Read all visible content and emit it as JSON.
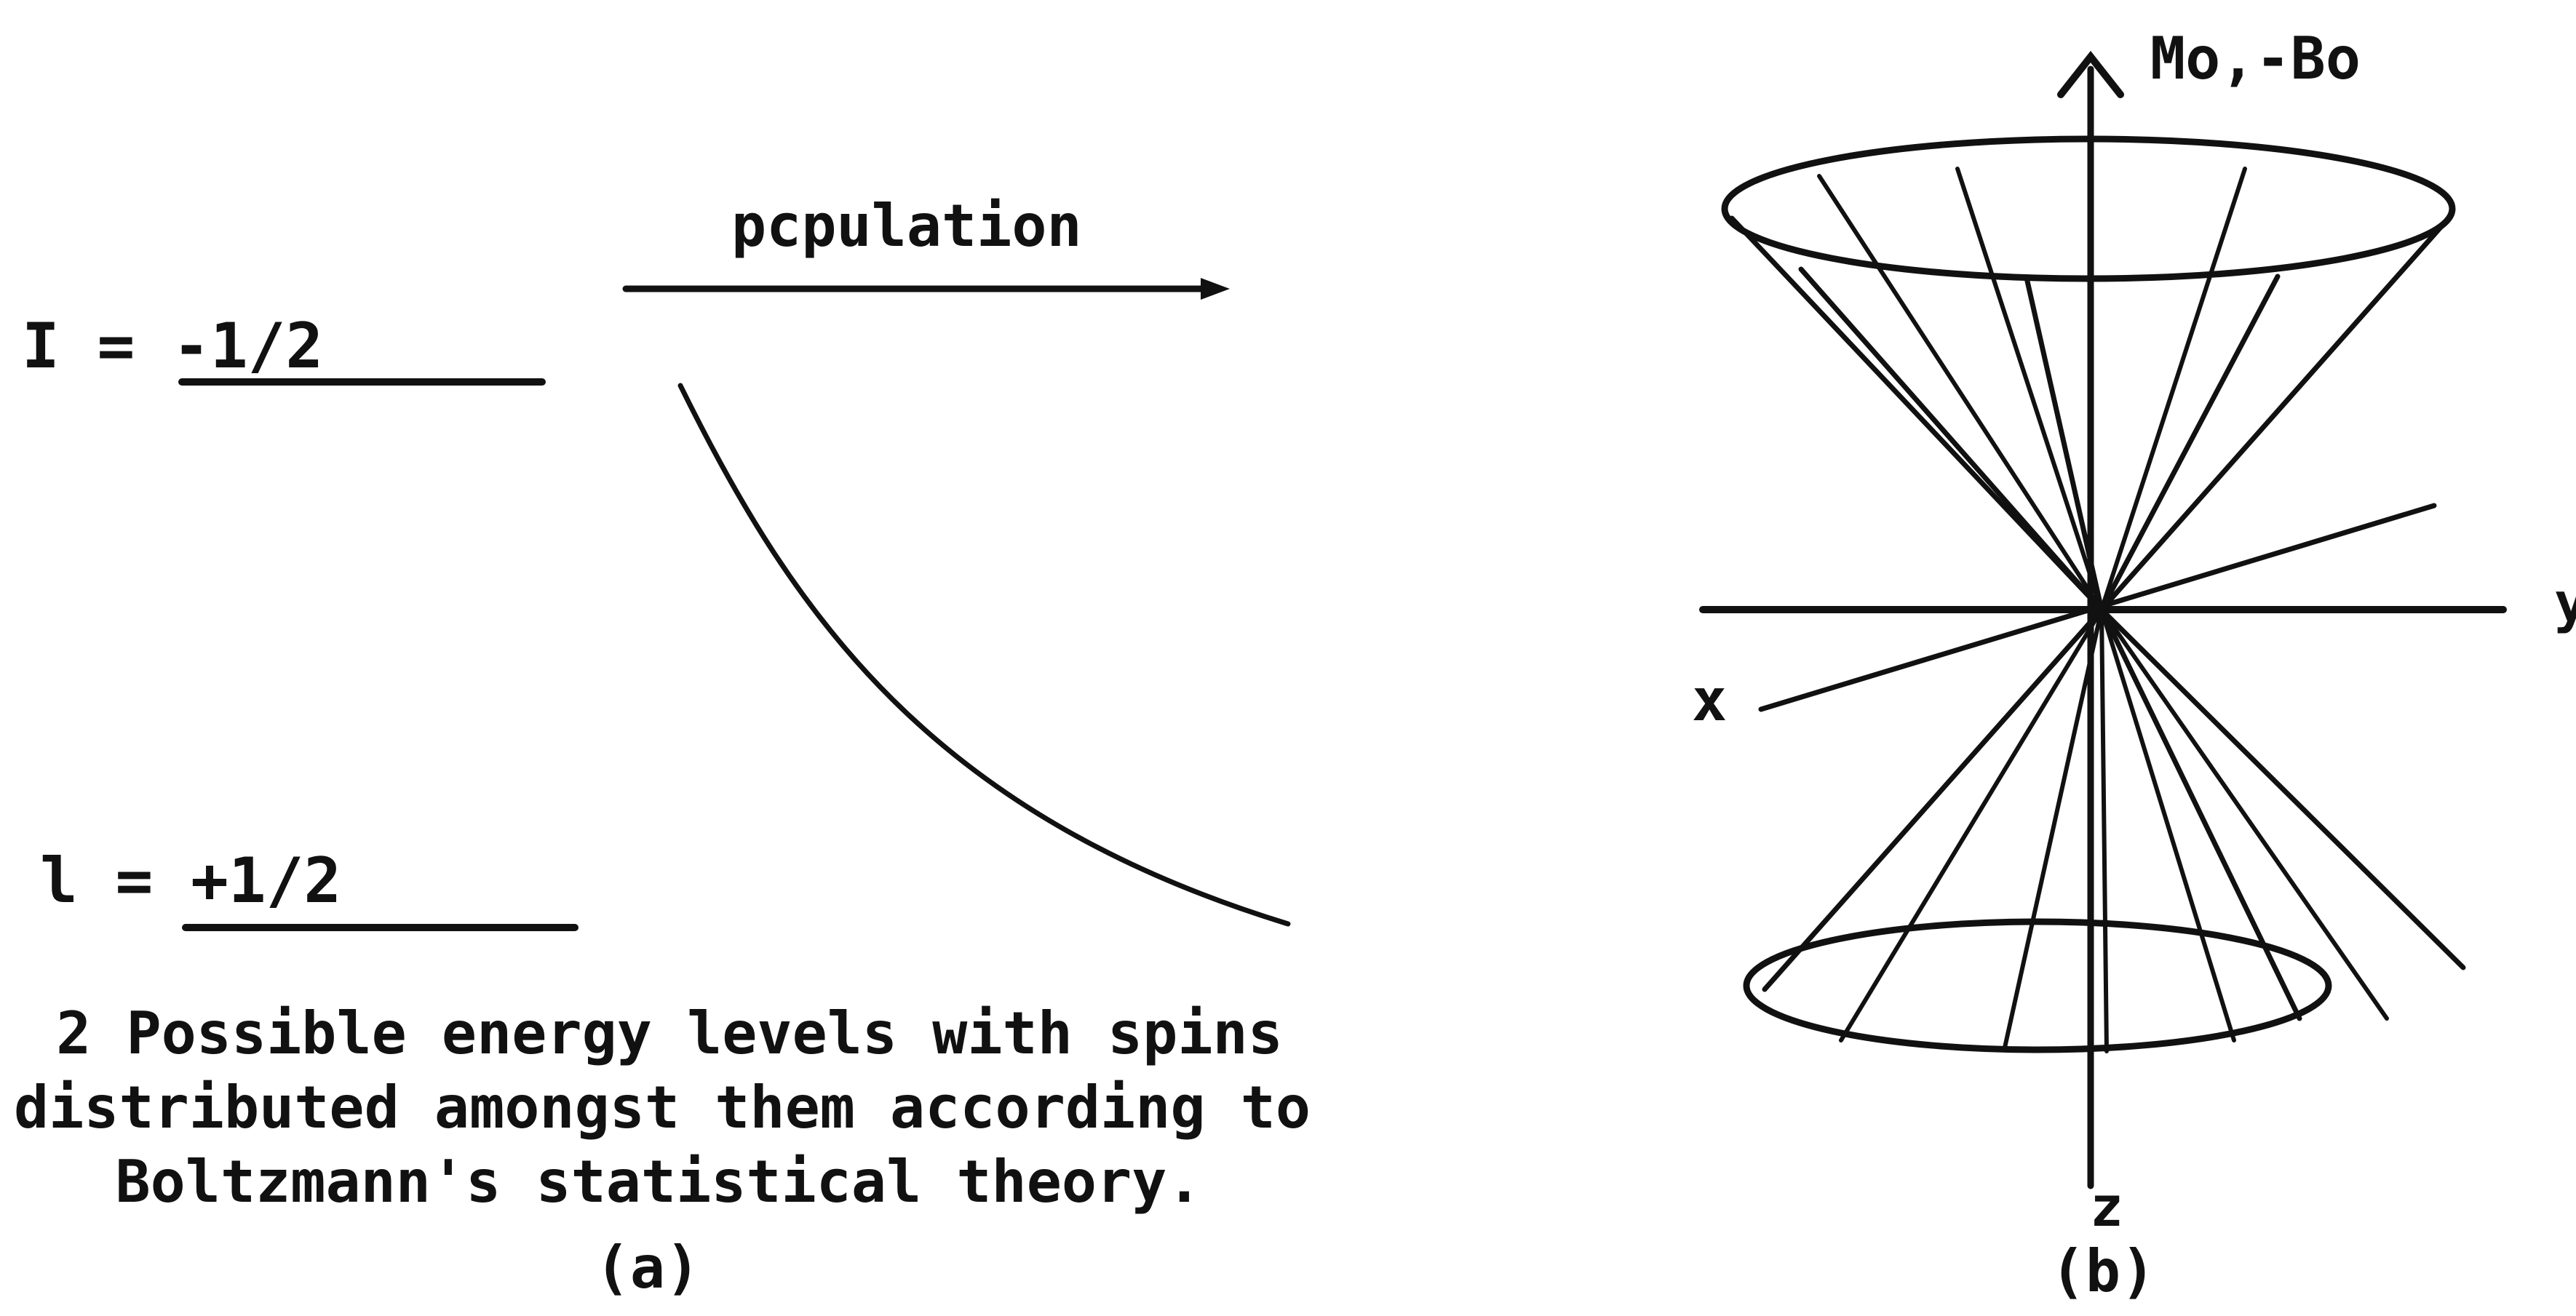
{
  "panel_a": {
    "upper_level_label": "I = -1/2",
    "lower_level_label": "l = +1/2",
    "arrow_label": "pcpulation",
    "caption_lines": [
      "2 Possible energy levels with spins",
      "distributed amongst them according to",
      "Boltzmann's statistical theory."
    ],
    "panel_label": "(a)"
  },
  "panel_b": {
    "vertical_axis_label": "Mo,-Bo",
    "y_axis_label": "y",
    "x_axis_label": "x",
    "z_axis_label": "z",
    "panel_label": "(b)"
  },
  "colors": {
    "ink": "#111111",
    "paper": "#ffffff"
  }
}
